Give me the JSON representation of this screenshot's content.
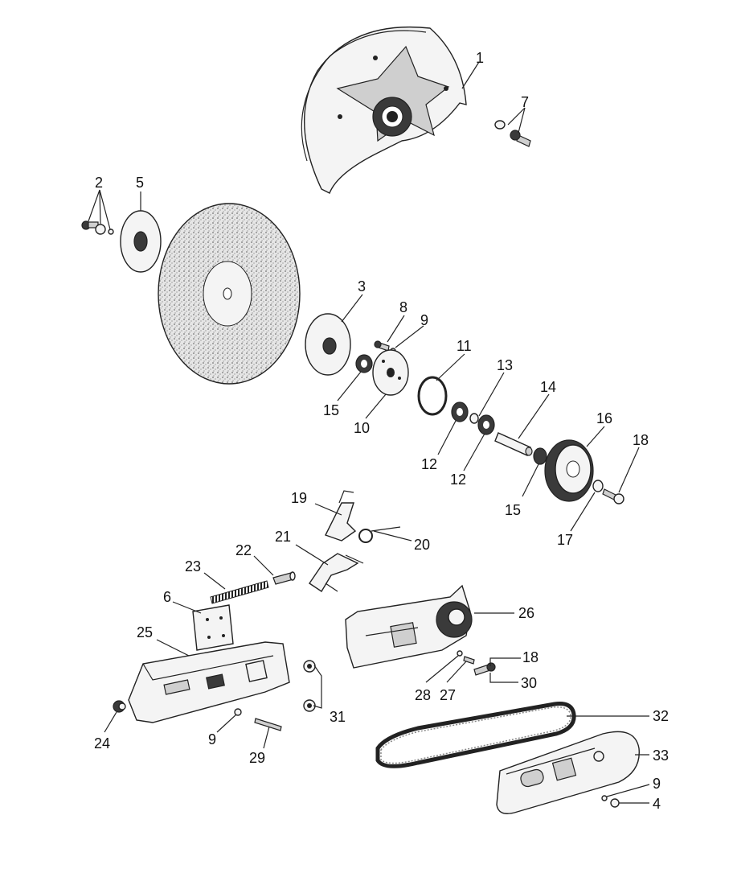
{
  "diagram": {
    "labels": {
      "n1": "1",
      "n2": "2",
      "n3": "3",
      "n4": "4",
      "n5": "5",
      "n6": "6",
      "n7": "7",
      "n8": "8",
      "n9a": "9",
      "n9b": "9",
      "n9c": "9",
      "n10": "10",
      "n11": "11",
      "n12a": "12",
      "n12b": "12",
      "n13": "13",
      "n14": "14",
      "n15a": "15",
      "n15b": "15",
      "n16": "16",
      "n17": "17",
      "n18a": "18",
      "n18b": "18",
      "n19": "19",
      "n20": "20",
      "n21": "21",
      "n22": "22",
      "n23": "23",
      "n24": "24",
      "n25": "25",
      "n26": "26",
      "n27": "27",
      "n28": "28",
      "n29": "29",
      "n30": "30",
      "n31": "31",
      "n32": "32",
      "n33": "33"
    }
  }
}
